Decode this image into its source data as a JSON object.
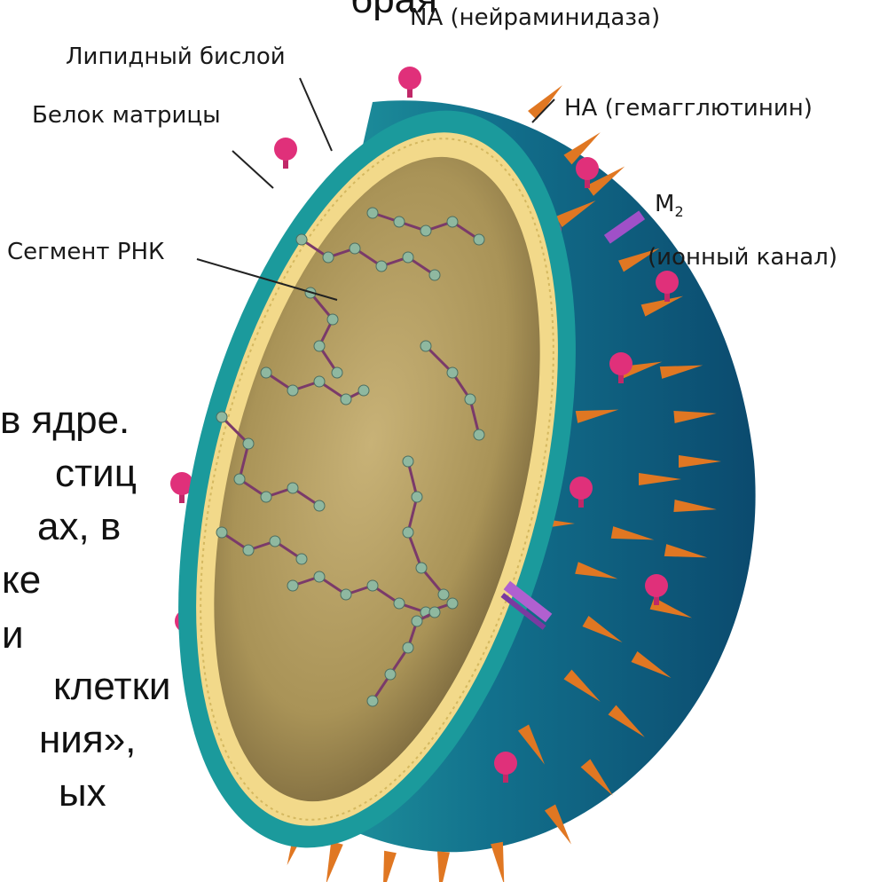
{
  "labels": {
    "na": "NA (нейраминидаза)",
    "lipid": "Липидный бислой",
    "ha": "НА (гемагглютинин)",
    "matrix": "Белок матрицы",
    "m2_main": "M",
    "m2_sub": "2",
    "ion": "(ионный канал)",
    "rna": "Сегмент РНК"
  },
  "slide_text": {
    "top": "брая",
    "l1": "в ядре.",
    "l2": "стиц",
    "l3": "ах, в",
    "l4": "ке",
    "l5": "и",
    "l6": "клетки",
    "l7": "ния»,",
    "l8": "ых"
  },
  "colors": {
    "shell": "#1b8f94",
    "shell_dark": "#0e5f7a",
    "matrix_layer": "#f2d98a",
    "interior": "#b6a063",
    "spike_ha": "#e07722",
    "spike_na": "#e0307a",
    "m2_channel": "#a050c8",
    "rna_strand": "#7a3a6a",
    "rna_beads": "#8fb8a0"
  }
}
